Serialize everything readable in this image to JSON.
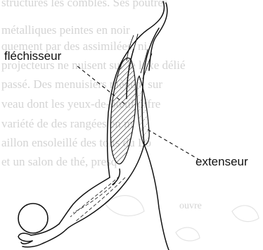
{
  "labels": {
    "flexor": "fléchisseur",
    "extensor": "extenseur"
  },
  "background_text": {
    "lines": [
      "structures les combles. Ses poutres",
      "métalliques peintes en noir",
      "quement par des assimilées, ni",
      "projecteurs ne nuisent sur le luxe délié",
      "passé. Des menuisiers mènent sur",
      "veau dont les yeux-de-bœuf offre",
      "variété de des rangées en m",
      "aillon ensoleillé des toits du Lo",
      "et un salon de thé, presq",
      "ouvre"
    ]
  },
  "colors": {
    "ink": "#111111",
    "faded_text": "#d4d4d4",
    "background": "#ffffff"
  }
}
